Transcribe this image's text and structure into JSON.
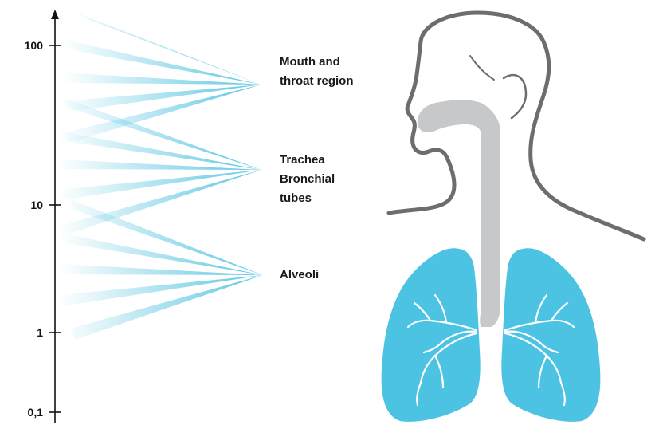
{
  "axis": {
    "ticks": [
      "100",
      "10",
      "1",
      "0,1"
    ]
  },
  "regions": {
    "mouth": {
      "lines": [
        "Mouth and",
        "throat region"
      ]
    },
    "trachea": {
      "lines": [
        "Trachea",
        "Bronchial",
        "tubes"
      ]
    },
    "alveoli": {
      "lines": [
        "Alveoli"
      ]
    }
  },
  "colors": {
    "ray": "#5cc6e2",
    "lung": "#4dc3e4",
    "airway": "#c6c8ca",
    "silhouette": "#6b6d70",
    "axis": "#111111"
  }
}
